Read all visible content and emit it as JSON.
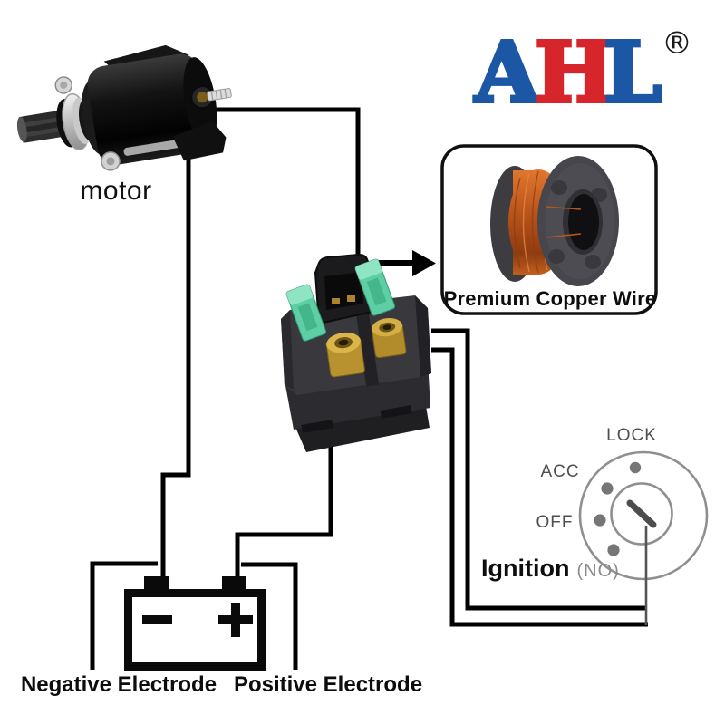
{
  "brand": {
    "letters": [
      {
        "char": "A",
        "color": "#1b57a5"
      },
      {
        "char": "H",
        "color": "#d6252b"
      },
      {
        "char": "L",
        "color": "#1b57a5"
      }
    ],
    "registered_mark": "®"
  },
  "motor": {
    "label": "motor"
  },
  "copper_wire_box": {
    "label": "Premium Copper Wire"
  },
  "ignition": {
    "positions": [
      "LOCK",
      "ACC",
      "OFF"
    ],
    "label": "Ignition",
    "state": "(NO)"
  },
  "battery": {
    "negative_label": "Negative Electrode",
    "positive_label": "Positive Electrode"
  },
  "colors": {
    "wire_black": "#000000",
    "brand_blue": "#1b57a5",
    "brand_red": "#d6252b",
    "fuse_green": "#5ecfa4",
    "brass_terminal": "#c59a31",
    "copper_winding": "#c4641f",
    "switch_gray": "#8f8f8f",
    "key_slot_gray": "#4d4d4d"
  }
}
